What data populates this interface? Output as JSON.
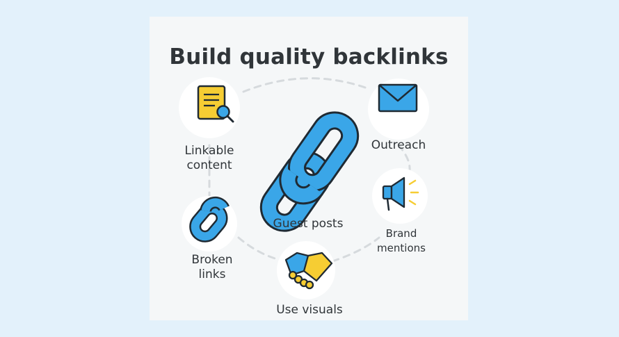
{
  "title": "Build quality backlinks",
  "nodes": {
    "linkable_content": {
      "line1": "Linkable",
      "line2": "content",
      "icon": "document-magnifier-icon"
    },
    "outreach": {
      "line1": "Outreach",
      "icon": "envelope-icon"
    },
    "guest_posts": {
      "line1": "Guest posts",
      "icon": "chain-link-icon"
    },
    "broken_links": {
      "line1": "Broken",
      "line2": "links",
      "icon": "broken-link-icon"
    },
    "brand_mentions": {
      "line1": "Brand",
      "line2": "mentions",
      "icon": "megaphone-icon"
    },
    "use_visuals": {
      "line1": "Use visuals",
      "icon": "handshake-icon"
    }
  },
  "colors": {
    "background": "#e3f1fb",
    "card": "#f5f7f8",
    "text": "#303539",
    "accent_blue": "#3aa6e8",
    "accent_yellow": "#f6cd33",
    "outline": "#1f2a33",
    "dashed_path": "#d6dadd"
  }
}
